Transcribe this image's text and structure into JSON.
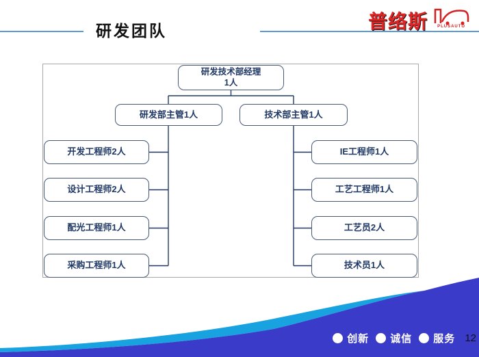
{
  "slide": {
    "title": "研发团队",
    "page_number": "12"
  },
  "logo": {
    "brand": "普络斯",
    "tagline": "PLUSAUTO"
  },
  "org_chart": {
    "root": {
      "title": "研发技术部经理",
      "count": "1人"
    },
    "managers": [
      "研发部主管1人",
      "技术部主管1人"
    ],
    "left_children": [
      "开发工程师2人",
      "设计工程师2人",
      "配光工程师1人",
      "采购工程师1人"
    ],
    "right_children": [
      "IE工程师1人",
      "工艺工程师1人",
      "工艺员2人",
      "技术员1人"
    ]
  },
  "footer": {
    "values": [
      "创新",
      "诚信",
      "服务"
    ]
  },
  "colors": {
    "node_text": "#1f3864",
    "node_border": "#46587a",
    "chart_frame": "#a8a8a8",
    "header_line": "#5b9bd5",
    "brand_red": "#e02424",
    "wave_light_blue": "#18a2e0",
    "wave_dark_blue": "#3b3bc9"
  }
}
